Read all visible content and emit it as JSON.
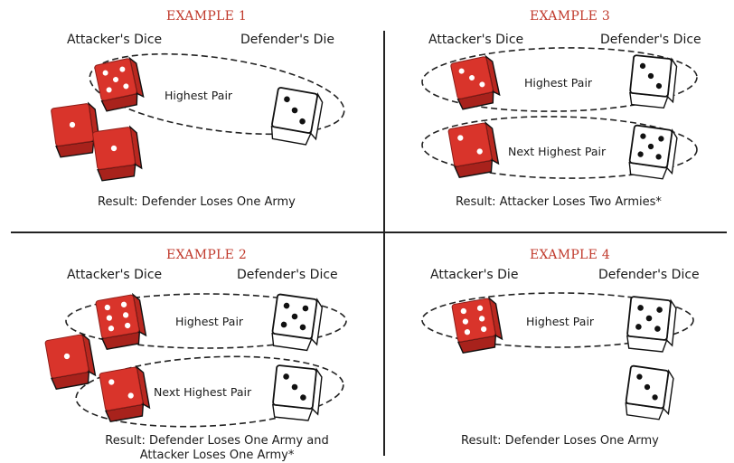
{
  "examples": [
    {
      "title": "EXAMPLE 1",
      "attacker_label": "Attacker's Dice",
      "defender_label": "Defender's Die",
      "pairs": [
        "Highest Pair"
      ],
      "result": "Result: Defender Loses One Army"
    },
    {
      "title": "EXAMPLE 3",
      "attacker_label": "Attacker's Dice",
      "defender_label": "Defender's Dice",
      "pairs": [
        "Highest Pair",
        "Next Highest Pair"
      ],
      "result": "Result: Attacker Loses Two Armies*"
    },
    {
      "title": "EXAMPLE 2",
      "attacker_label": "Attacker's Dice",
      "defender_label": "Defender's Dice",
      "pairs": [
        "Highest Pair",
        "Next Highest Pair"
      ],
      "result_line1": "Result: Defender Loses One Army and",
      "result_line2": "Attacker Loses One Army*"
    },
    {
      "title": "EXAMPLE 4",
      "attacker_label": "Attacker's Die",
      "defender_label": "Defender's Dice",
      "pairs": [
        "Highest Pair"
      ],
      "result": "Result: Defender Loses One Army"
    }
  ],
  "colors": {
    "title": "#c0392b",
    "attacker_die": "#d9342b",
    "defender_die": "#ffffff",
    "divider": "#222222"
  },
  "icons": {
    "attacker_die": "red-die-icon",
    "defender_die": "white-die-icon"
  },
  "dice": [
    {
      "example": 1,
      "side": "attacker",
      "value": 5
    },
    {
      "example": 1,
      "side": "attacker",
      "value": 1
    },
    {
      "example": 1,
      "side": "attacker",
      "value": 1
    },
    {
      "example": 1,
      "side": "defender",
      "value": 3
    },
    {
      "example": 3,
      "side": "attacker",
      "value": 3
    },
    {
      "example": 3,
      "side": "attacker",
      "value": 2
    },
    {
      "example": 3,
      "side": "defender",
      "value": 3
    },
    {
      "example": 3,
      "side": "defender",
      "value": 5
    },
    {
      "example": 2,
      "side": "attacker",
      "value": 6
    },
    {
      "example": 2,
      "side": "attacker",
      "value": 1
    },
    {
      "example": 2,
      "side": "attacker",
      "value": 2
    },
    {
      "example": 2,
      "side": "defender",
      "value": 5
    },
    {
      "example": 2,
      "side": "defender",
      "value": 3
    },
    {
      "example": 4,
      "side": "attacker",
      "value": 6
    },
    {
      "example": 4,
      "side": "defender",
      "value": 5
    },
    {
      "example": 4,
      "side": "defender",
      "value": 3
    }
  ]
}
